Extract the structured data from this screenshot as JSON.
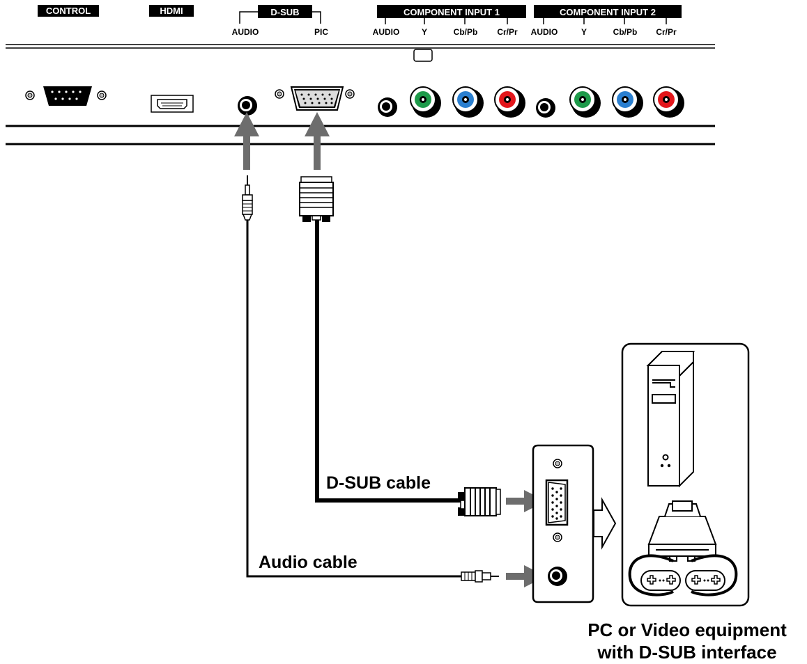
{
  "panel": {
    "headers": {
      "control": "CONTROL",
      "hdmi": "HDMI",
      "dsub": "D-SUB",
      "component1": "COMPONENT INPUT 1",
      "component2": "COMPONENT INPUT 2"
    },
    "dsub_labels": {
      "audio": "AUDIO",
      "pic": "PIC"
    },
    "component1_labels": {
      "audio": "AUDIO",
      "y": "Y",
      "cb": "Cb/Pb",
      "cr": "Cr/Pr"
    },
    "component2_labels": {
      "audio": "AUDIO",
      "y": "Y",
      "cb": "Cb/Pb",
      "cr": "Cr/Pr"
    }
  },
  "cables": {
    "dsub_cable": "D-SUB cable",
    "audio_cable": "Audio cable"
  },
  "equipment": {
    "caption_line1": "PC or Video equipment",
    "caption_line2": "with D-SUB interface"
  },
  "colors": {
    "jack_green": "#1e9a4a",
    "jack_blue": "#2a7fd0",
    "jack_red": "#e3161b",
    "arrow_gray": "#6d6d6d",
    "ink": "#000000"
  }
}
